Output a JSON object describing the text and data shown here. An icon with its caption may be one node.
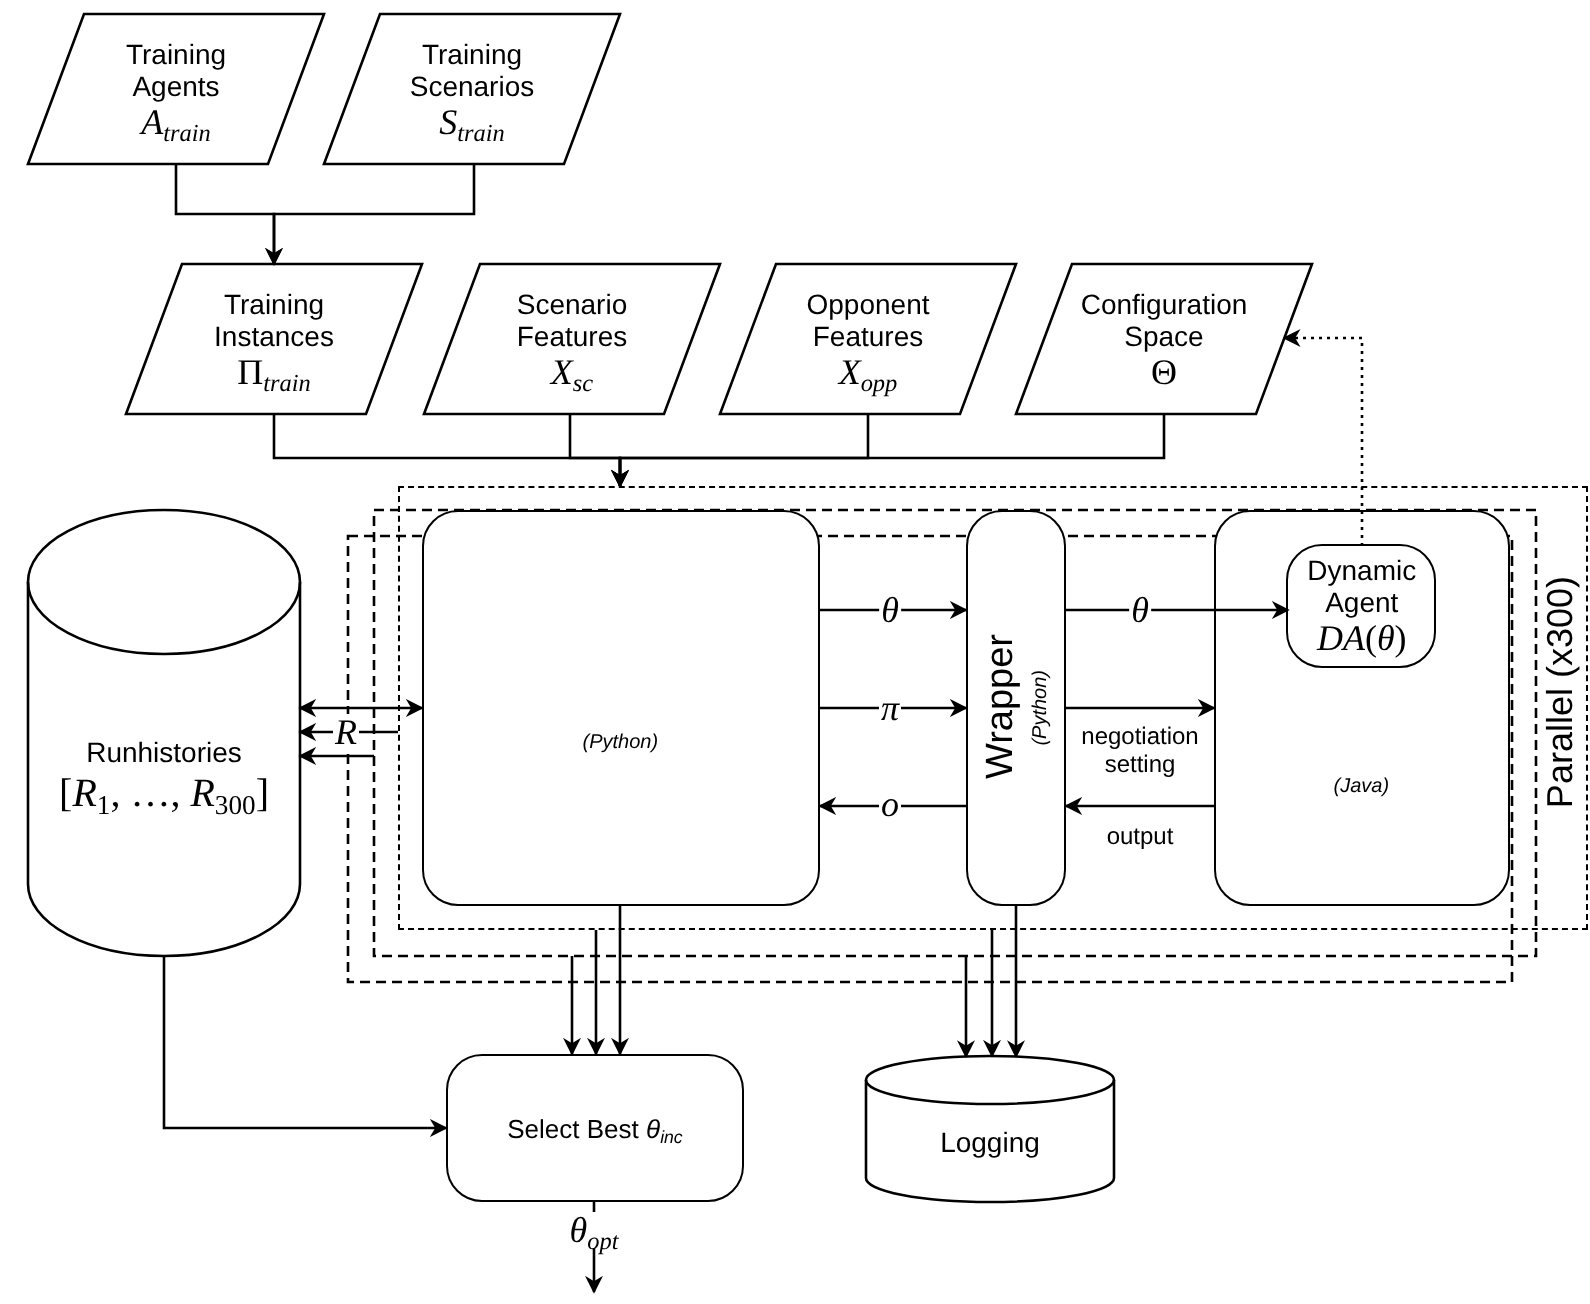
{
  "diagram": {
    "nodes": [
      {
        "text": [
          "Training Agents",
          "*A*$_{train}$"
        ]
      },
      {
        "text": [
          "Training Scenarios",
          "*S*$_{train}$"
        ]
      },
      {
        "text": [
          "Training Instances",
          "Π$_{train}$"
        ]
      },
      {
        "text": [
          "Scenario Features",
          "*X*$_{sc}$"
        ]
      },
      {
        "text": [
          "Opponent Features",
          "*X*$_{opp}$"
        ]
      },
      {
        "text": [
          "Configuration Space",
          "Θ"
        ]
      },
      {
        "text": [
          "Parallel (x300)"
        ]
      },
      {
        "text": [
          "(Python)"
        ],
        "in": 6
      },
      {
        "text": [
          "Wrapper",
          "(Python)"
        ],
        "in": 6
      },
      {
        "text": [
          "(Java)"
        ],
        "in": 6
      },
      {
        "text": [
          "Dynamic Agent",
          "*DA*(*θ*)"
        ],
        "in": 9
      },
      {
        "text": [
          "Runhistories",
          "[*R*$_{1}$, …, *R*$_{300}$]"
        ]
      },
      {
        "text": [
          "Select Best *θ*$_{inc}$"
        ]
      },
      {
        "text": [
          "Logging"
        ]
      }
    ],
    "edges": [
      {
        "from": 0,
        "to": 2,
        "arrow": "to"
      },
      {
        "from": 1,
        "to": 2,
        "arrow": "to"
      },
      {
        "from": 2,
        "to": 6,
        "arrow": "to"
      },
      {
        "from": 3,
        "to": 6,
        "arrow": "to"
      },
      {
        "from": 4,
        "to": 6,
        "arrow": "to"
      },
      {
        "from": 5,
        "to": 6,
        "arrow": "to"
      },
      {
        "from": 7,
        "to": 8,
        "arrow": "to",
        "label": "θ"
      },
      {
        "from": 7,
        "to": 8,
        "arrow": "to",
        "label": "π"
      },
      {
        "from": 8,
        "to": 7,
        "arrow": "to",
        "label": "o"
      },
      {
        "from": 8,
        "to": 10,
        "arrow": "to",
        "label": "θ"
      },
      {
        "from": 8,
        "to": 9,
        "arrow": "to",
        "label": "negotiation setting"
      },
      {
        "from": 9,
        "to": 8,
        "arrow": "to",
        "label": "output"
      },
      {
        "from": 10,
        "to": 5,
        "arrow": "to",
        "style": "dashed"
      },
      {
        "from": 7,
        "to": 11,
        "arrow": "both"
      },
      {
        "from": 6,
        "to": 11,
        "arrow": "to",
        "label": "R"
      },
      {
        "from": 6,
        "to": 11,
        "arrow": "to"
      },
      {
        "from": 7,
        "to": 12,
        "arrow": "to"
      },
      {
        "from": 6,
        "to": 12,
        "arrow": "to"
      },
      {
        "from": null,
        "to": 12,
        "arrow": "to"
      },
      {
        "from": 8,
        "to": 13,
        "arrow": "to"
      },
      {
        "from": 6,
        "to": 13,
        "arrow": "to"
      },
      {
        "from": null,
        "to": 13,
        "arrow": "to"
      },
      {
        "from": 11,
        "to": 12,
        "arrow": "to"
      },
      {
        "from": 12,
        "to": null,
        "arrow": "to",
        "label": "θ$_{opt}$"
      }
    ]
  }
}
